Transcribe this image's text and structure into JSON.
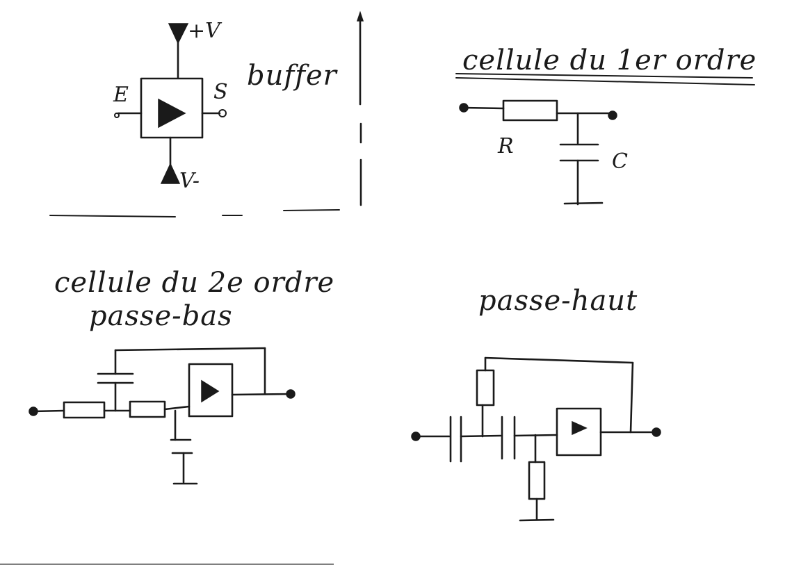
{
  "panels": {
    "buffer": {
      "title": "buffer",
      "pin_top": "+V",
      "pin_bottom": "V-",
      "pin_in": "E",
      "pin_out": "S"
    },
    "first_order": {
      "title": "cellule du 1er ordre",
      "resistor_label": "R",
      "capacitor_label": "C"
    },
    "second_order_lowpass": {
      "title": "cellule du 2e ordre",
      "subtitle": "passe-bas"
    },
    "highpass": {
      "title": "passe-haut"
    }
  }
}
